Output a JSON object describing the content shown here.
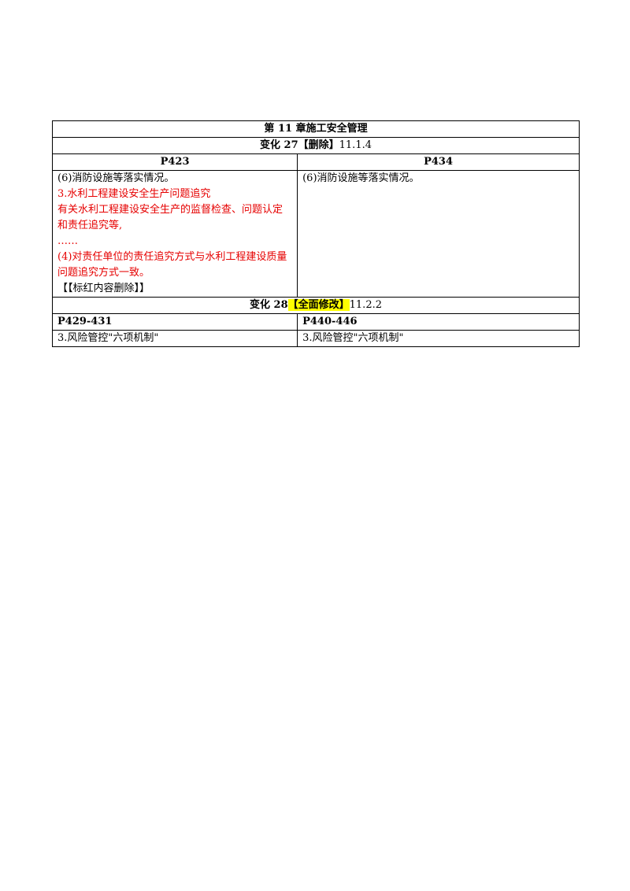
{
  "table": {
    "title": "第 11 章施工安全管理",
    "change27": {
      "prefix": "变化 27",
      "tag": "【删除】",
      "section": "11.1.4"
    },
    "pages_row1": {
      "left": "P423",
      "right": "P434"
    },
    "left_content": [
      {
        "text": "(6)消防设施等落实情况。",
        "color": "black"
      },
      {
        "text": "3.水利工程建设安全生产问题追究",
        "color": "red"
      },
      {
        "text": "有关水利工程建设安全生产的监督检查、问题认定和责任追究等,",
        "color": "red"
      },
      {
        "text": "……",
        "color": "red"
      },
      {
        "text": "(4)对责任单位的责任追究方式与水利工程建设质量问题追究方式一致。",
        "color": "red"
      },
      {
        "text": "【【标红内容删除】】",
        "color": "black"
      }
    ],
    "right_content": [
      {
        "text": "(6)消防设施等落实情况。",
        "color": "black"
      }
    ],
    "change28": {
      "prefix": "变化 28",
      "tag": "【全面修改】",
      "section": "11.2.2"
    },
    "pages_row2": {
      "left": "P429-431",
      "right": "P440-446"
    },
    "row_last": {
      "left": "3.风险管控\"六项机制\"",
      "right": "3.风险管控\"六项机制\""
    },
    "colors": {
      "deleted_text": "#e60000",
      "highlight": "#ffff00"
    }
  }
}
